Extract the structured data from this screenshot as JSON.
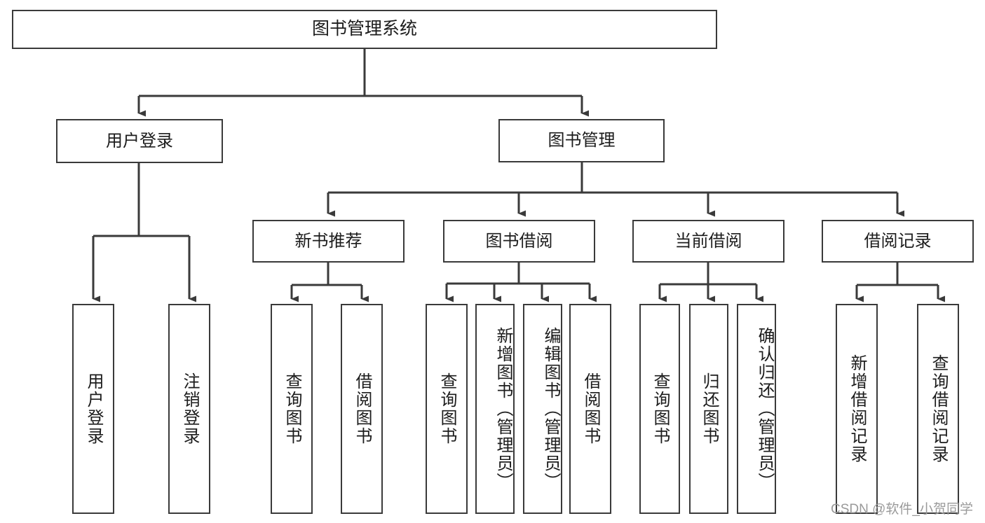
{
  "diagram": {
    "title": "图书管理系统",
    "type": "functional-structure-tree",
    "watermark": "CSDN @软件_小贺同学",
    "colors": {
      "stroke": "#3a3a3a",
      "fill": "#ffffff",
      "text": "#1c1c1c",
      "watermark": "#9a9a9a"
    },
    "root": {
      "label": "图书管理系统"
    },
    "level2": [
      {
        "label": "用户登录"
      },
      {
        "label": "图书管理"
      }
    ],
    "level3": [
      {
        "label": "新书推荐"
      },
      {
        "label": "图书借阅"
      },
      {
        "label": "当前借阅"
      },
      {
        "label": "借阅记录"
      }
    ],
    "leaves": {
      "user_login": [
        {
          "label": "用户登录"
        },
        {
          "label": "注销登录"
        }
      ],
      "new_book": [
        {
          "label": "查询图书"
        },
        {
          "label": "借阅图书"
        }
      ],
      "book_borrow": [
        {
          "label": "查询图书"
        },
        {
          "label": "新增图书（管理员）"
        },
        {
          "label": "编辑图书（管理员）"
        },
        {
          "label": "借阅图书"
        }
      ],
      "current_borrow": [
        {
          "label": "查询图书"
        },
        {
          "label": "归还图书"
        },
        {
          "label": "确认归还（管理员）"
        }
      ],
      "borrow_record": [
        {
          "label": "新增借阅记录"
        },
        {
          "label": "查询借阅记录"
        }
      ]
    }
  }
}
